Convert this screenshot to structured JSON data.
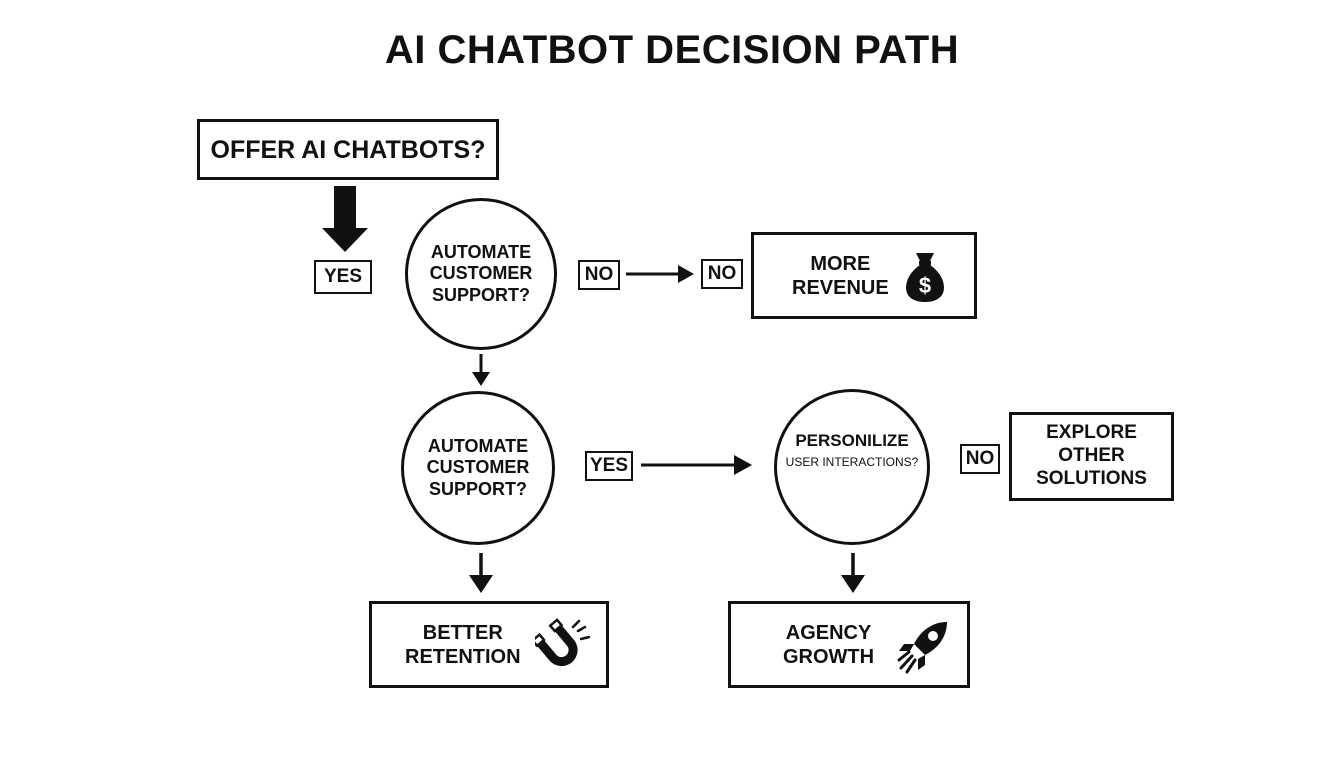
{
  "title": "AI CHATBOT DECISION PATH",
  "nodes": {
    "start": "OFFER AI CHATBOTS?",
    "q1": [
      "AUTOMATE",
      "CUSTOMER",
      "SUPPORT?"
    ],
    "q2": [
      "AUTOMATE",
      "CUSTOMER",
      "SUPPORT?"
    ],
    "q3": [
      "PERSONILIZE",
      "USER INTERACTIONS?"
    ],
    "revenue": [
      "MORE",
      "REVENUE"
    ],
    "explore": [
      "EXPLORE",
      "OTHER",
      "SOLUTIONS"
    ],
    "retention": [
      "BETTER",
      "RETENTION"
    ],
    "growth": [
      "AGENCY",
      "GROWTH"
    ]
  },
  "edge_labels": {
    "start_yes": "YES",
    "q1_no_left": "NO",
    "q1_no_right": "NO",
    "q2_yes": "YES",
    "q3_no": "NO"
  },
  "icons": {
    "revenue": "money-bag-icon",
    "retention": "magnet-icon",
    "growth": "rocket-icon"
  },
  "colors": {
    "stroke": "#111111",
    "background": "#ffffff"
  }
}
